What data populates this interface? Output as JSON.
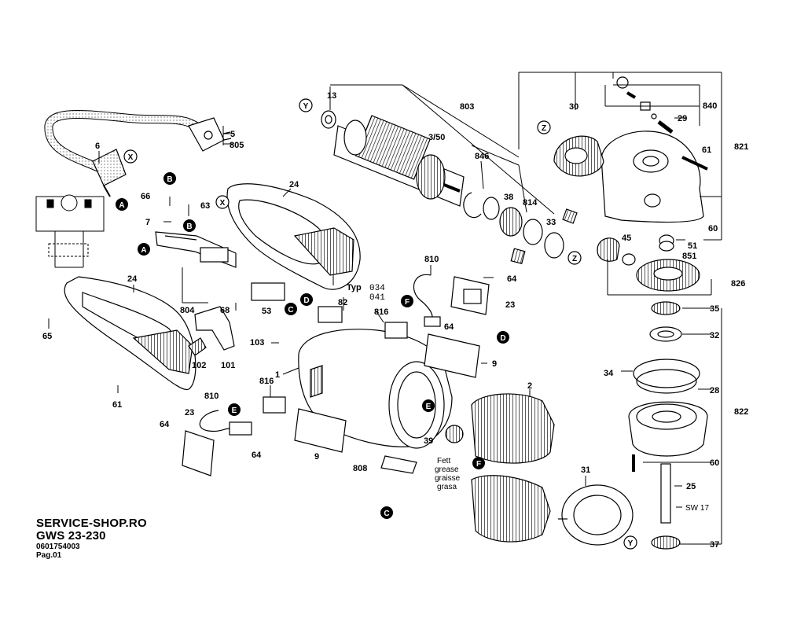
{
  "footer": {
    "shop": "SERVICE-SHOP.RO",
    "model": "GWS 23-230",
    "part_no": "0601754003",
    "page": "Pag.01"
  },
  "labels": {
    "n5": "5",
    "n805": "805",
    "n6": "6",
    "n66": "66",
    "n63": "63",
    "n7": "7",
    "n24a": "24",
    "n24b": "24",
    "n65": "65",
    "n804": "804",
    "n68": "68",
    "n53": "53",
    "n82": "82",
    "n101": "101",
    "n102": "102",
    "n61a": "61",
    "n103": "103",
    "n1": "1",
    "n816a": "816",
    "n816b": "816",
    "n810a": "810",
    "n810b": "810",
    "n23a": "23",
    "n23b": "23",
    "n64a": "64",
    "n64b": "64",
    "n64c": "64",
    "n64d": "64",
    "n9a": "9",
    "n9b": "9",
    "n808": "808",
    "n39": "39",
    "n2": "2",
    "n13": "13",
    "n803": "803",
    "n350": "3/50",
    "n846": "846",
    "n38": "38",
    "n814": "814",
    "n33": "33",
    "n30": "30",
    "n840": "840",
    "n29": "29",
    "n821": "821",
    "n61b": "61",
    "n60a": "60",
    "n45": "45",
    "n51": "51",
    "n851": "851",
    "n826": "826",
    "n35": "35",
    "n32": "32",
    "n34": "34",
    "n28": "28",
    "n822": "822",
    "n60b": "60",
    "n25": "25",
    "sw17": "SW 17",
    "n31": "31",
    "n37": "37",
    "typ": "Typ",
    "typ1": "034",
    "typ2": "041",
    "fett": "Fett",
    "grease": "grease",
    "graisse": "graisse",
    "grasa": "grasa"
  },
  "callouts": {
    "A": "A",
    "B": "B",
    "C": "C",
    "D": "D",
    "E": "E",
    "F": "F",
    "X": "X",
    "Y": "Y",
    "Z": "Z"
  }
}
